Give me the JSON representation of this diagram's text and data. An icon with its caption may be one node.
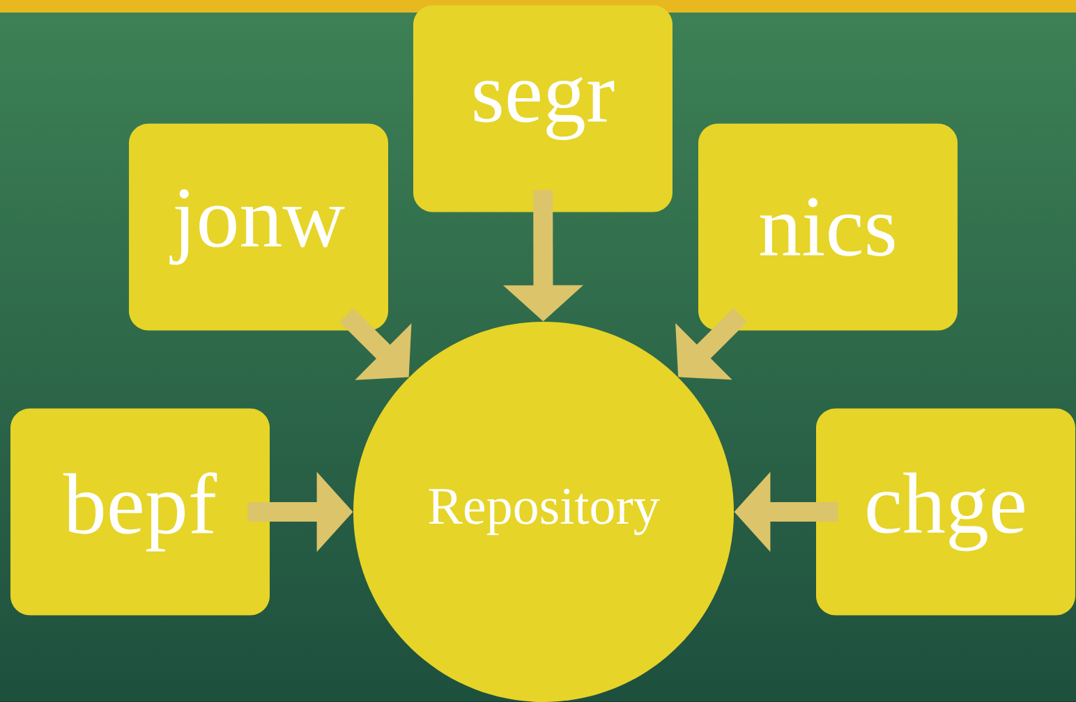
{
  "diagram": {
    "nodes": [
      {
        "text": [
          "jonw"
        ]
      },
      {
        "text": [
          "segr"
        ]
      },
      {
        "text": [
          "nics"
        ]
      },
      {
        "text": [
          "bepf"
        ]
      },
      {
        "text": [
          "chge"
        ]
      },
      {
        "text": [
          "Repository"
        ]
      }
    ],
    "edges": [
      {
        "from": 0,
        "to": 5,
        "arrow": "to"
      },
      {
        "from": 1,
        "to": 5,
        "arrow": "to"
      },
      {
        "from": 2,
        "to": 5,
        "arrow": "to"
      },
      {
        "from": 3,
        "to": 5,
        "arrow": "to"
      },
      {
        "from": 4,
        "to": 5,
        "arrow": "to"
      }
    ]
  }
}
